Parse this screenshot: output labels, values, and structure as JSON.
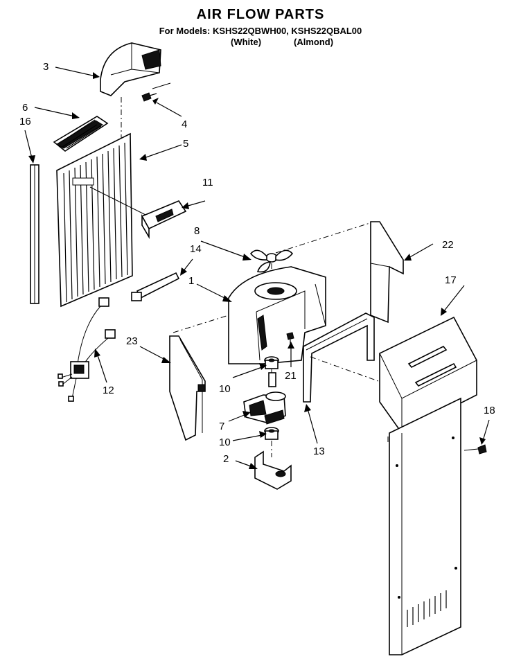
{
  "header": {
    "title": "AIR FLOW PARTS",
    "models_line": "For Models: KSHS22QBWH00, KSHS22QBAL00",
    "variant_white": "(White)",
    "variant_almond": "(Almond)"
  },
  "callouts": {
    "c1": "1",
    "c2": "2",
    "c3": "3",
    "c4": "4",
    "c5": "5",
    "c6": "6",
    "c7": "7",
    "c8": "8",
    "c10a": "10",
    "c10b": "10",
    "c11": "11",
    "c12": "12",
    "c13": "13",
    "c14": "14",
    "c16": "16",
    "c17": "17",
    "c18": "18",
    "c21": "21",
    "c22": "22",
    "c23": "23"
  }
}
